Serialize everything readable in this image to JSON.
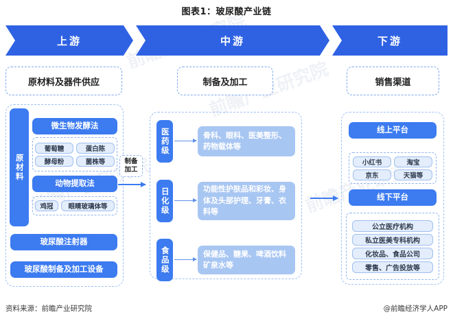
{
  "title": "图表1：玻尿酸产业链",
  "banner": {
    "stages": [
      "上游",
      "中游",
      "下游"
    ]
  },
  "headers": [
    "原材料及器件供应",
    "制备及加工",
    "销售渠道"
  ],
  "upstream": {
    "side_label": "原材料",
    "methods": [
      {
        "name": "微生物发酵法",
        "tags": [
          "葡萄糖",
          "蛋白陈",
          "酵母粉",
          "菌株等"
        ]
      },
      {
        "name": "动物提取法",
        "tags": [
          "鸡冠",
          "眼睛玻璃体等"
        ]
      }
    ],
    "equipment": [
      "玻尿酸注射器",
      "玻尿酸制备及加工设备"
    ]
  },
  "connector_left": {
    "line1": "制备",
    "line2": "加工"
  },
  "midstream": {
    "rows": [
      {
        "grade": "医药级",
        "detail": "骨科、眼科、医美整形、药物载体等"
      },
      {
        "grade": "日化级",
        "detail": "功能性护肤品和彩妆、身体及头部护理、牙膏、衣料等"
      },
      {
        "grade": "食品级",
        "detail": "保健品、糖果、啤酒饮料矿泉水等"
      }
    ]
  },
  "downstream": {
    "online": {
      "name": "线上平台",
      "tags": [
        "小红书",
        "淘宝",
        "京东",
        "天猫等"
      ]
    },
    "offline": {
      "name": "线下平台",
      "tags": [
        "公立医疗机构",
        "私立医美专科机构",
        "化妆品、食品公司",
        "零售、广告投放等"
      ]
    }
  },
  "footer": {
    "source": "资料来源：前瞻产业研究院",
    "brand": "@前瞻经济学人APP"
  },
  "watermark": "前瞻产业研究院",
  "colors": {
    "banner_blue": "#2f62e3",
    "box_blue": "#3c7bf0",
    "pale_blue": "#a8c6f2",
    "tag_fill": "#e3edfb",
    "dashed_border": "#9dc0f5"
  }
}
